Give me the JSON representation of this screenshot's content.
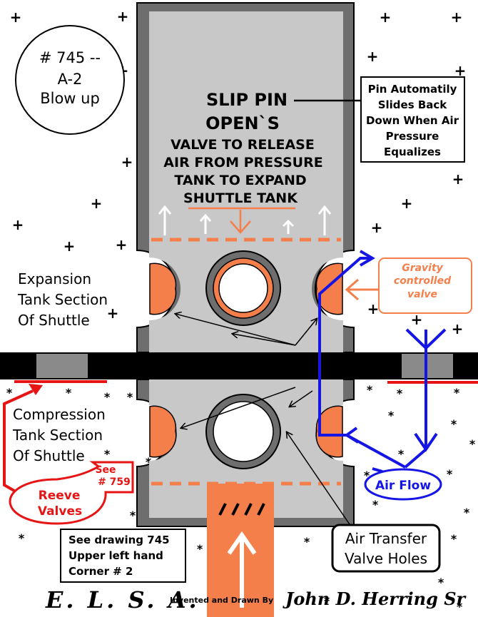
{
  "drawing": {
    "number_line1": "# 745 --",
    "number_line2": "A-2",
    "number_line3": "Blow up"
  },
  "heading": {
    "line1": "SLIP PIN",
    "line2": "OPEN`S",
    "line3": "VALVE TO RELEASE",
    "line4": "AIR FROM PRESSURE",
    "line5": "TANK TO EXPAND",
    "line6": "SHUTTLE TANK"
  },
  "note_pin": {
    "line1": "Pin Automatily",
    "line2": "Slides Back",
    "line3": "Down When Air",
    "line4": "Pressure",
    "line5": "Equalizes"
  },
  "gravity_valve": {
    "line1": "Gravity",
    "line2": "controlled",
    "line3": "valve"
  },
  "expansion_label": {
    "line1": "Expansion",
    "line2": "Tank Section",
    "line3": "Of Shuttle"
  },
  "compression_label": {
    "line1": "Compression",
    "line2": "Tank Section",
    "line3": "Of Shuttle"
  },
  "reeve": {
    "see_line1": "See",
    "see_line2": "# 759",
    "label_line1": "Reeve",
    "label_line2": "Valves"
  },
  "air_flow_label": "Air Flow",
  "transfer_label": {
    "line1": "Air Transfer",
    "line2": "Valve Holes"
  },
  "see_drawing": {
    "line1": "See drawing 745",
    "line2": "Upper left hand",
    "line3": "Corner # 2"
  },
  "footer": {
    "logo": "E. L. S. A.",
    "credit": "Invented and Drawn By",
    "signature": "John D. Herring Sr"
  },
  "colors": {
    "orange": "#f47f4a",
    "blue": "#1515e6",
    "red": "#e61414",
    "shuttle_fill": "#c8c8c8",
    "shuttle_border": "#6e6e6e",
    "black": "#000000"
  },
  "symbols": {
    "plus": "+",
    "star": "*"
  }
}
